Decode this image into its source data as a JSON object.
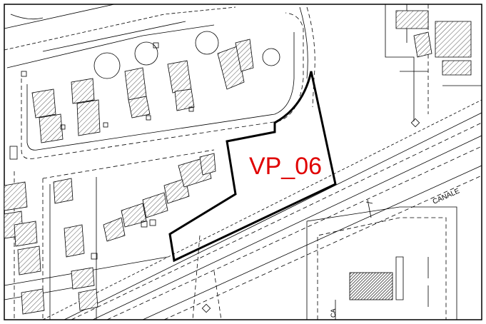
{
  "map": {
    "parcel_label": "VP_06",
    "canal_label": "CANALE",
    "canal_label_lower": "CA"
  },
  "colors": {
    "background": "#ffffff",
    "linework": "#000000",
    "parcel_label": "#e00000",
    "building_hatch": "#555555"
  }
}
